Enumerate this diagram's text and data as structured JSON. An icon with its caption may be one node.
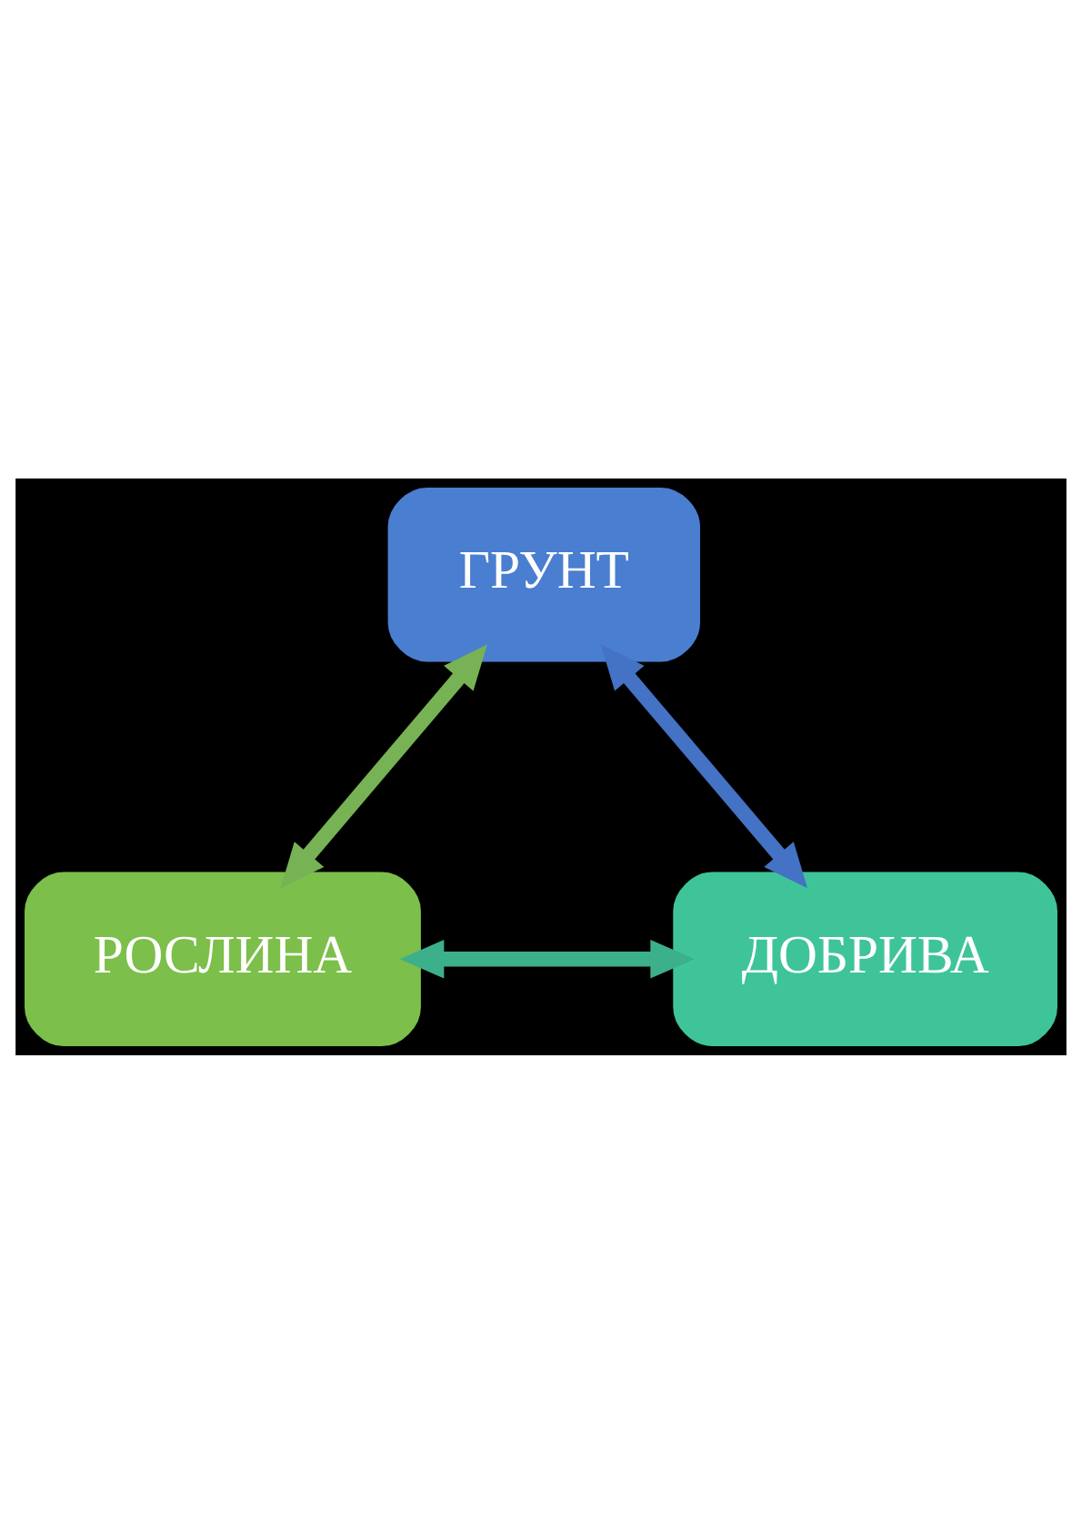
{
  "diagram": {
    "nodes": [
      {
        "text": [
          "ГРУНТ"
        ]
      },
      {
        "text": [
          "РОСЛИНА"
        ]
      },
      {
        "text": [
          "ДОБРИВА"
        ]
      }
    ],
    "edges": [
      {
        "from": 0,
        "to": 1,
        "arrow": "both",
        "color": "#77b255"
      },
      {
        "from": 0,
        "to": 2,
        "arrow": "both",
        "color": "#4472c4"
      },
      {
        "from": 1,
        "to": 2,
        "arrow": "both",
        "color": "#3cb08a"
      }
    ]
  }
}
